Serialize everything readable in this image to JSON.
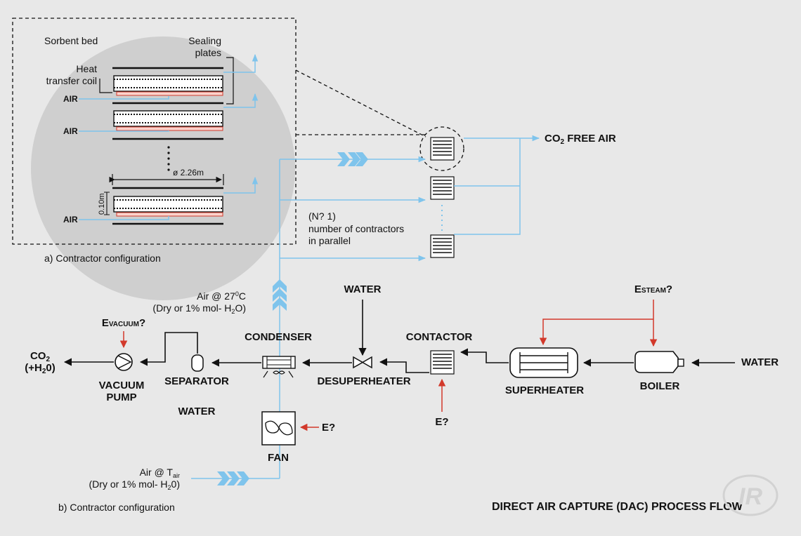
{
  "title": "DIRECT AIR CAPTURE (DAC) PROCESS FLOW",
  "logo": "IR",
  "inset": {
    "caption": "a) Contractor configuration",
    "sorbent_bed": "Sorbent bed",
    "sealing_plates": [
      "Sealing",
      "plates"
    ],
    "heat_coil": [
      "Heat",
      "transfer coil"
    ],
    "air": "AIR",
    "diameter": "ø 2.26m",
    "thickness": "0.10m"
  },
  "outlet": {
    "co2": "CO",
    "sub": "2",
    "rest": " FREE AIR"
  },
  "parallel": {
    "n": "(N? 1)",
    "line1": "number of contractors",
    "line2": "in parallel"
  },
  "air_top": {
    "line1_a": "Air @ 27",
    "line1_sup": "0",
    "line1_b": "C",
    "line2": "(Dry or 1% mol- H",
    "line2_sub": "2",
    "line2_end": "O)"
  },
  "air_in": {
    "line1_a": "Air @ T",
    "line1_sub": "air",
    "line2": "(Dry or 1% mol- H",
    "line2_sub": "2",
    "line2_end": "0)"
  },
  "labels": {
    "water_top": "WATER",
    "e_steam_big": "E",
    "e_steam_small": "STEAM",
    "e_q": "?",
    "e_vac_big": "E",
    "e_vac_small": "VACUUM",
    "condenser": "CONDENSER",
    "contactor": "CONTACTOR",
    "desuperheater": "DESUPERHEATER",
    "superheater": "SUPERHEATER",
    "boiler": "BOILER",
    "water_in": "WATER",
    "separator": "SEPARATOR",
    "vacuum": "VACUUM",
    "pump": "PUMP",
    "water_out": "WATER",
    "fan": "FAN",
    "e_fan": "E?",
    "e_contactor": "E?",
    "co2_out_a": "CO",
    "co2_out_sub": "2",
    "co2_out_b": "(+H",
    "co2_out_sub2": "2",
    "co2_out_c": "0)"
  },
  "caption_b": "b) Contractor configuration"
}
